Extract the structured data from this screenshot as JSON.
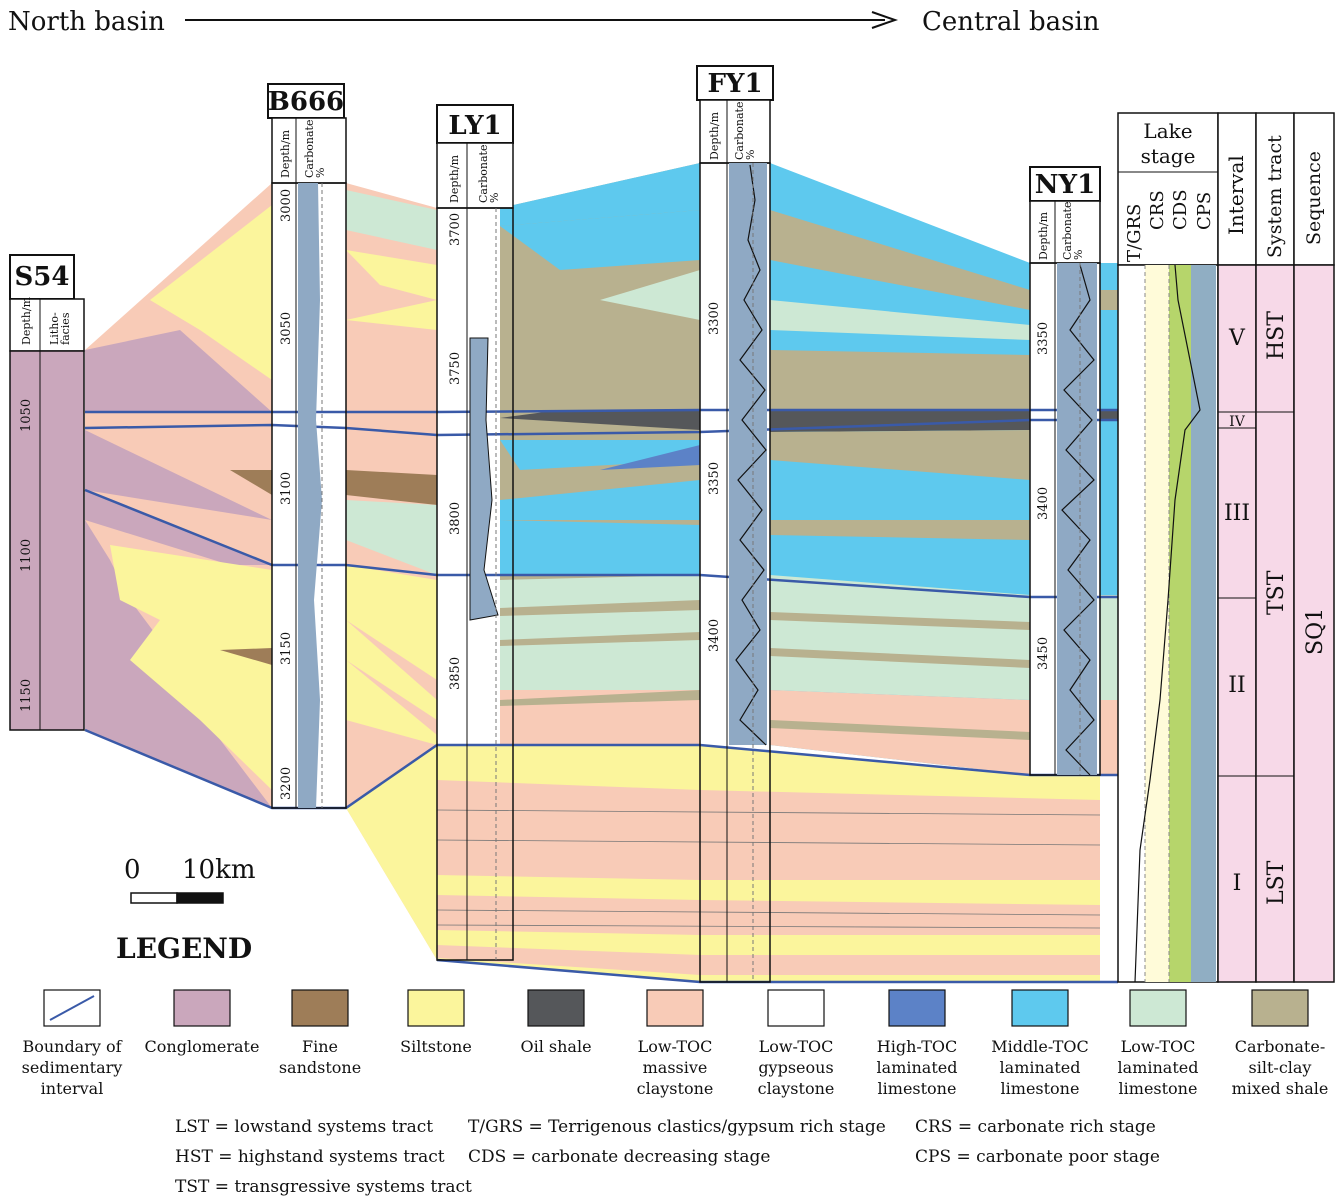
{
  "header": {
    "left": "North basin",
    "right": "Central basin"
  },
  "wells": [
    {
      "id": "S54",
      "name": "S54",
      "col1": "Depth/m",
      "col2": "Litho-\nfacies",
      "ticks": [
        "1050",
        "1100",
        "1150"
      ]
    },
    {
      "id": "B666",
      "name": "B666",
      "col1": "Depth/m",
      "col2": "Carbonate\n%",
      "ticks": [
        "3000",
        "3050",
        "3100",
        "3150",
        "3200"
      ]
    },
    {
      "id": "LY1",
      "name": "LY1",
      "col1": "Depth/m",
      "col2": "Carbonate\n%",
      "ticks": [
        "3700",
        "3750",
        "3800",
        "3850"
      ]
    },
    {
      "id": "FY1",
      "name": "FY1",
      "col1": "Depth/m",
      "col2": "Carbonate\n%",
      "ticks": [
        "3300",
        "3350",
        "3400"
      ]
    },
    {
      "id": "NY1",
      "name": "NY1",
      "col1": "Depth/m",
      "col2": "Carbonate\n%",
      "ticks": [
        "3350",
        "3400",
        "3450"
      ]
    }
  ],
  "right_panel": {
    "lake_stage_title": "Lake stage",
    "stage_columns": [
      "T/GRS",
      "CRS",
      "CDS",
      "CPS"
    ],
    "interval_title": "Interval",
    "system_tract_title": "System tract",
    "sequence_title": "Sequence",
    "intervals": [
      "V",
      "IV",
      "III",
      "II",
      "I"
    ],
    "system_tracts": [
      "HST",
      "TST",
      "LST"
    ],
    "sequence": "SQ1"
  },
  "scale_bar": {
    "zero": "0",
    "label": "10km"
  },
  "legend": {
    "title": "LEGEND",
    "items": [
      {
        "label": "Boundary of\nsedimentary\ninterval",
        "color": "#ffffff",
        "type": "line"
      },
      {
        "label": "Conglomerate",
        "color": "#caa7bc"
      },
      {
        "label": "Fine\nsandstone",
        "color": "#9e7d58"
      },
      {
        "label": "Siltstone",
        "color": "#fbf59c"
      },
      {
        "label": "Oil shale",
        "color": "#55575a"
      },
      {
        "label": "Low-TOC\nmassive\nclaystone",
        "color": "#f8cbb7"
      },
      {
        "label": "Low-TOC\ngypseous\nclaystone",
        "color": "#ffffff"
      },
      {
        "label": "High-TOC\nlaminated\nlimestone",
        "color": "#5c82c7"
      },
      {
        "label": "Middle-TOC\nlaminated\nlimestone",
        "color": "#5ec9ee"
      },
      {
        "label": "Low-TOC\nlaminated\nlimestone",
        "color": "#cde8d4"
      },
      {
        "label": "Carbonate-\nsilt-clay\nmixed shale",
        "color": "#b8b18f"
      }
    ]
  },
  "abbreviations": [
    "LST = lowstand systems tract",
    "HST = highstand systems tract",
    "TST = transgressive systems tract",
    "T/GRS = Terrigenous clastics/gypsum rich stage",
    "CDS = carbonate decreasing stage",
    "CRS = carbonate rich stage",
    "CPS = carbonate poor stage"
  ],
  "colors": {
    "conglomerate": "#caa7bc",
    "fine_sandstone": "#9e7d58",
    "siltstone": "#fbf59c",
    "oil_shale": "#55575a",
    "low_toc_massive_claystone": "#f8cbb7",
    "high_toc_laminated_limestone": "#5c82c7",
    "middle_toc_laminated_limestone": "#5ec9ee",
    "low_toc_laminated_limestone": "#cde8d4",
    "mixed_shale": "#b8b18f",
    "boundary": "#3a5aa8",
    "carbonate_log": "#8fa9c4",
    "lake_stage_yellow": "#fffbd9",
    "lake_stage_green": "#b6d56b",
    "lake_stage_blue": "#90aec3",
    "interval_pink": "#f7d9e8"
  }
}
